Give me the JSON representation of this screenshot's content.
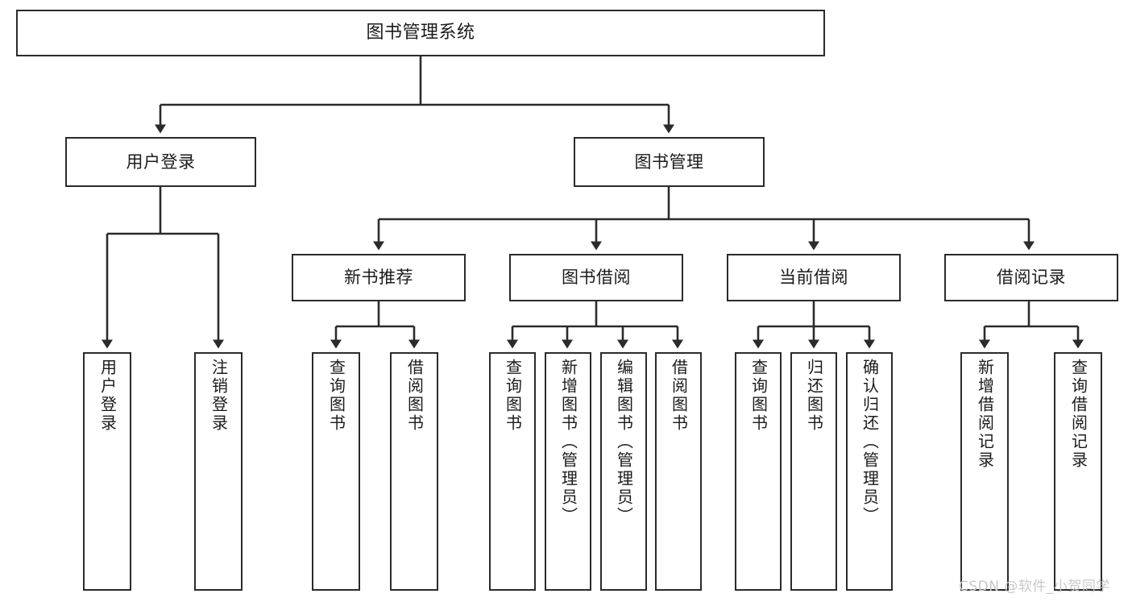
{
  "diagram": {
    "title": "图书管理系统",
    "type": "tree",
    "stroke_color": "#2b2b2b",
    "text_color": "#1b1b1b",
    "background": "#ffffff"
  },
  "root": {
    "label": "图书管理系统"
  },
  "level2": [
    {
      "label": "用户登录"
    },
    {
      "label": "图书管理"
    }
  ],
  "level3": [
    {
      "label": "新书推荐"
    },
    {
      "label": "图书借阅"
    },
    {
      "label": "当前借阅"
    },
    {
      "label": "借阅记录"
    }
  ],
  "leaves": {
    "user_login": [
      {
        "label": "用户登录"
      },
      {
        "label": "注销登录"
      }
    ],
    "new_book": [
      {
        "label": "查询图书"
      },
      {
        "label": "借阅图书"
      }
    ],
    "book_borrow": [
      {
        "label": "查询图书"
      },
      {
        "label": "新增图书（管理员）"
      },
      {
        "label": "编辑图书（管理员）"
      },
      {
        "label": "借阅图书"
      }
    ],
    "current_borrow": [
      {
        "label": "查询图书"
      },
      {
        "label": "归还图书"
      },
      {
        "label": "确认归还（管理员）"
      }
    ],
    "borrow_record": [
      {
        "label": "新增借阅记录"
      },
      {
        "label": "查询借阅记录"
      }
    ]
  },
  "watermark": {
    "text": "CSDN @软件_小贺同学"
  }
}
